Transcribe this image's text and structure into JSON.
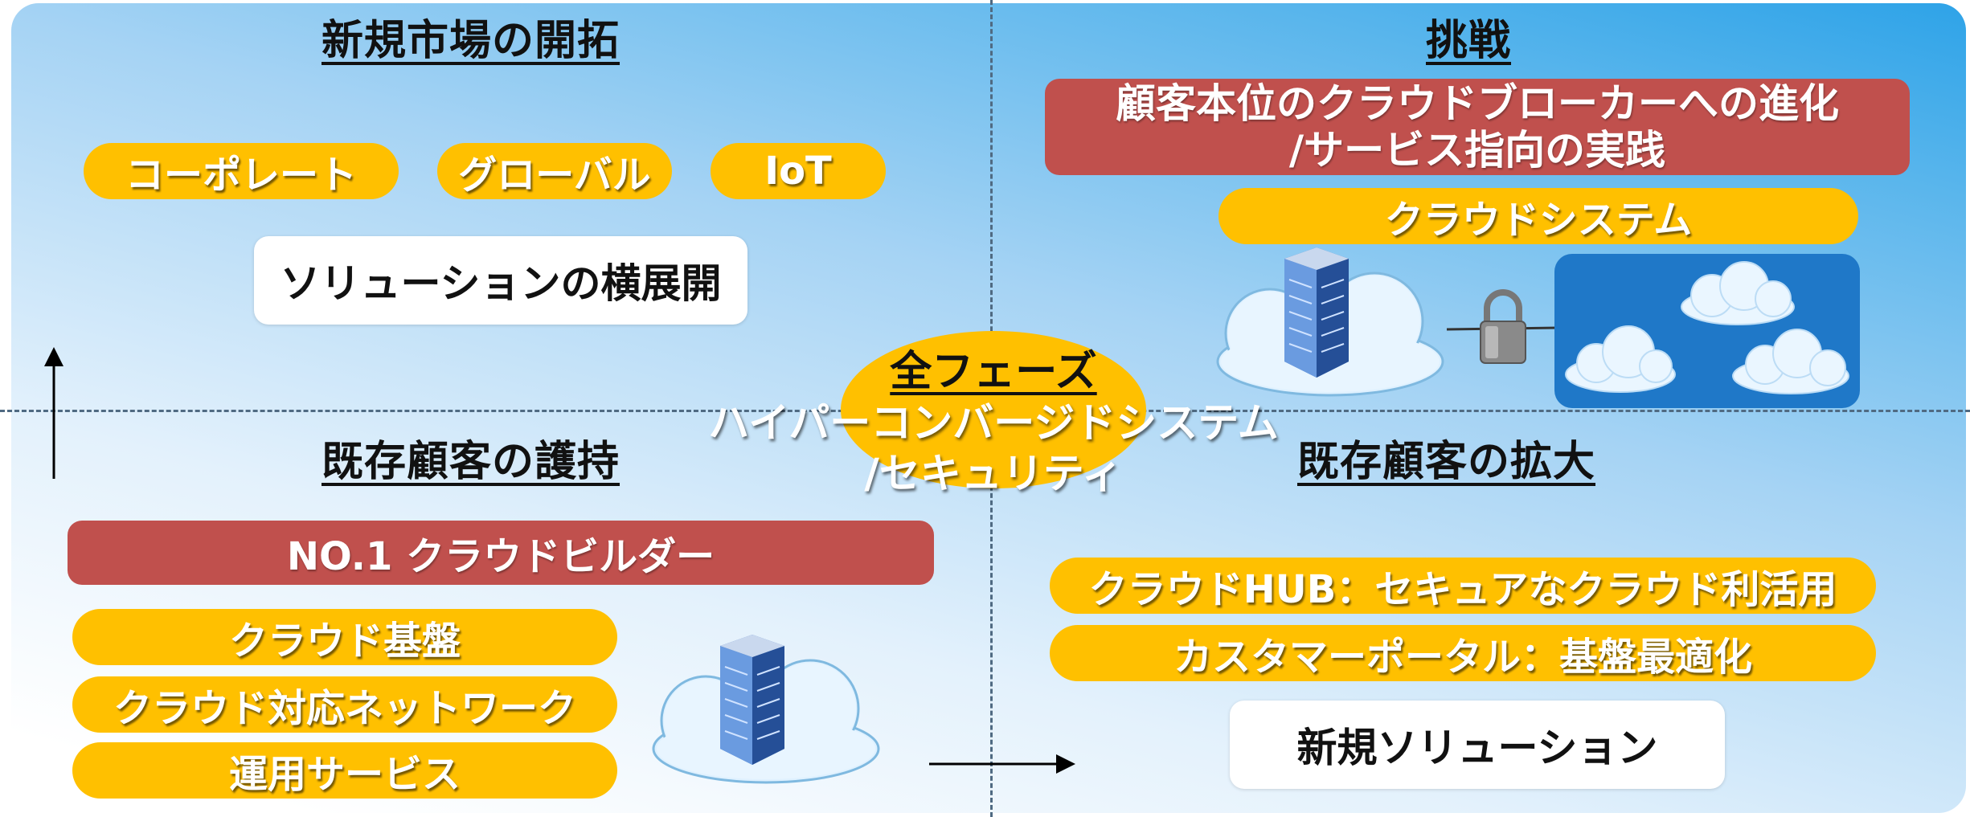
{
  "quadrants": {
    "top_left": {
      "title": "新規市場の開拓",
      "pills": [
        "コーポレート",
        "グローバル",
        "IoT"
      ],
      "box": "ソリューションの横展開"
    },
    "top_right": {
      "title": "挑戦",
      "banner_line1": "顧客本位のクラウドブローカーへの進化",
      "banner_line2": "/サービス指向の実践",
      "pill": "クラウドシステム"
    },
    "bottom_left": {
      "title": "既存顧客の護持",
      "banner": "NO.1 クラウドビルダー",
      "pills": [
        "クラウド基盤",
        "クラウド対応ネットワーク",
        "運用サービス"
      ]
    },
    "bottom_right": {
      "title": "既存顧客の拡大",
      "pills": [
        "クラウドHUB：セキュアなクラウド利活用",
        "カスタマーポータル：基盤最適化"
      ],
      "box": "新規ソリューション"
    }
  },
  "center": {
    "title": "全フェーズ",
    "line1": "ハイパーコンバージドシステム",
    "line2": "/セキュリティ"
  },
  "icons": [
    "building-cloud-icon",
    "padlock-icon",
    "cloud-cluster-icon",
    "building-cloud-icon",
    "up-arrow-icon",
    "right-arrow-icon"
  ],
  "colors": {
    "pill": "#ffc000",
    "banner": "#c0504d",
    "cloud_panel": "#1f78c8",
    "background_light": "#ffffff",
    "background_dark": "#2ea3e8"
  }
}
